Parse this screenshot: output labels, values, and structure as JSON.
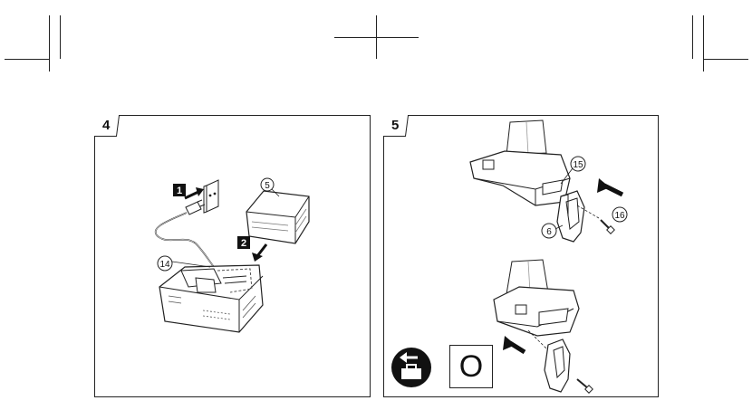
{
  "panels": [
    {
      "number": "4",
      "step_labels": [
        "1",
        "2"
      ],
      "callouts": [
        "5",
        "14"
      ]
    },
    {
      "number": "5",
      "callouts": [
        "15",
        "16",
        "6"
      ],
      "mark_label": "O"
    }
  ]
}
